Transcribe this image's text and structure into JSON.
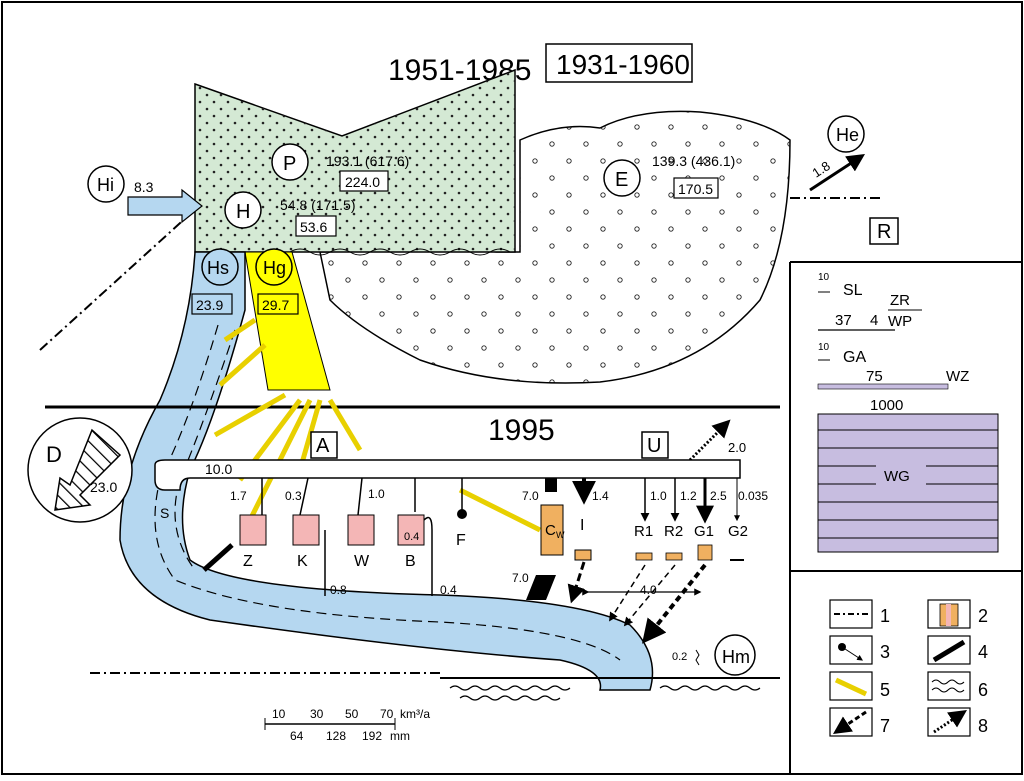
{
  "periods": {
    "main": "1951-1985",
    "boxed": "1931-1960",
    "lower": "1995"
  },
  "precip": {
    "circle": "P",
    "value": "193.1 (617.6)",
    "boxed": "224.0"
  },
  "runoff": {
    "circle": "H",
    "value": "54.8 (171.5)",
    "boxed": "53.6"
  },
  "evap": {
    "circle": "E",
    "value": "139.3 (436.1)",
    "boxed": "170.5"
  },
  "inflow": {
    "circle": "Hi",
    "value": "8.3"
  },
  "outflow": {
    "circle": "He",
    "value": "1.8"
  },
  "region_label": "R",
  "surface": {
    "circle": "Hs",
    "value": "23.9"
  },
  "ground": {
    "circle": "Hg",
    "value": "29.7"
  },
  "diversion": {
    "label": "D",
    "value": "23.0"
  },
  "box_a": "A",
  "box_u": "U",
  "u_value": "2.0",
  "canal_value": "10.0",
  "s_label": "S",
  "users": [
    {
      "label": "Z",
      "value": "1.7"
    },
    {
      "label": "K",
      "value": "0.3"
    },
    {
      "label": "W",
      "value": "1.0"
    },
    {
      "label": "B",
      "value": "0.4"
    }
  ],
  "f_label": "F",
  "returns": {
    "k": "0.8",
    "b": "0.4"
  },
  "cw": {
    "label": "C",
    "sub": "W",
    "top": "7.0",
    "bottom": "7.0"
  },
  "industry": {
    "label": "I",
    "value": "1.4"
  },
  "wells": [
    {
      "label": "R1",
      "value": "1.0"
    },
    {
      "label": "R2",
      "value": "1.2"
    },
    {
      "label": "G1",
      "value": "2.5"
    },
    {
      "label": "G2",
      "value": "0.035"
    }
  ],
  "wells_return": "4.0",
  "hm": {
    "circle": "Hm",
    "value": "0.2"
  },
  "legend_top": {
    "sl_tick": "10",
    "sl": "SL",
    "row2_a": "37",
    "row2_b": "4",
    "zr": "ZR",
    "wp": "WP",
    "ga_tick": "10",
    "ga": "GA",
    "wz_val": "75",
    "wz": "WZ",
    "wg_val": "1000",
    "wg": "WG"
  },
  "legend_items": [
    "1",
    "2",
    "3",
    "4",
    "5",
    "6",
    "7",
    "8"
  ],
  "scale": {
    "top": [
      "10",
      "30",
      "50",
      "70"
    ],
    "unit": "km³/a",
    "bottom": [
      "64",
      "128",
      "192"
    ],
    "bottom_unit": "mm"
  },
  "colors": {
    "green_fill": "#d4e9d4",
    "blue_river": "#b5d7f0",
    "yellow": "#ffff00",
    "wg_fill": "#c7bde0",
    "pink": "#f4b6b6",
    "orange": "#f0b060"
  }
}
